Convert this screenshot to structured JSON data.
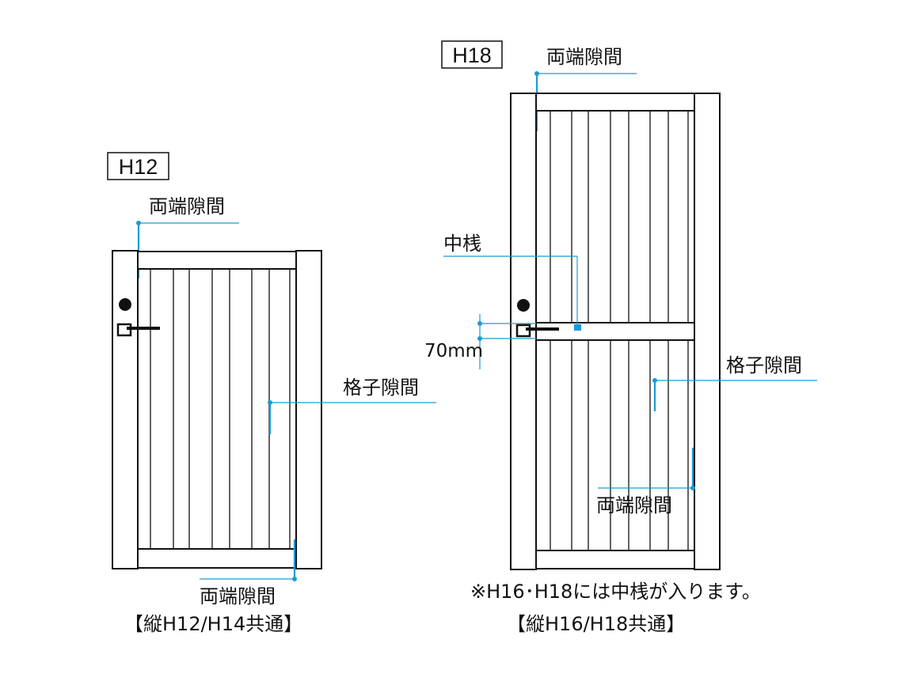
{
  "colors": {
    "line": "#111111",
    "leader": "#1a9bd7"
  },
  "h12": {
    "tag": "H12",
    "label_top_gap": "両端隙間",
    "label_slat_gap": "格子隙間",
    "label_bottom_gap": "両端隙間",
    "caption": "【縦H12/H14共通】"
  },
  "h18": {
    "tag": "H18",
    "label_top_gap": "両端隙間",
    "label_mid_rail": "中桟",
    "label_mid_rail_size": "70mm",
    "label_slat_gap": "格子隙間",
    "label_bottom_gap": "両端隙間",
    "note": "※H16･H18には中桟が入ります。",
    "caption": "【縦H16/H18共通】"
  }
}
